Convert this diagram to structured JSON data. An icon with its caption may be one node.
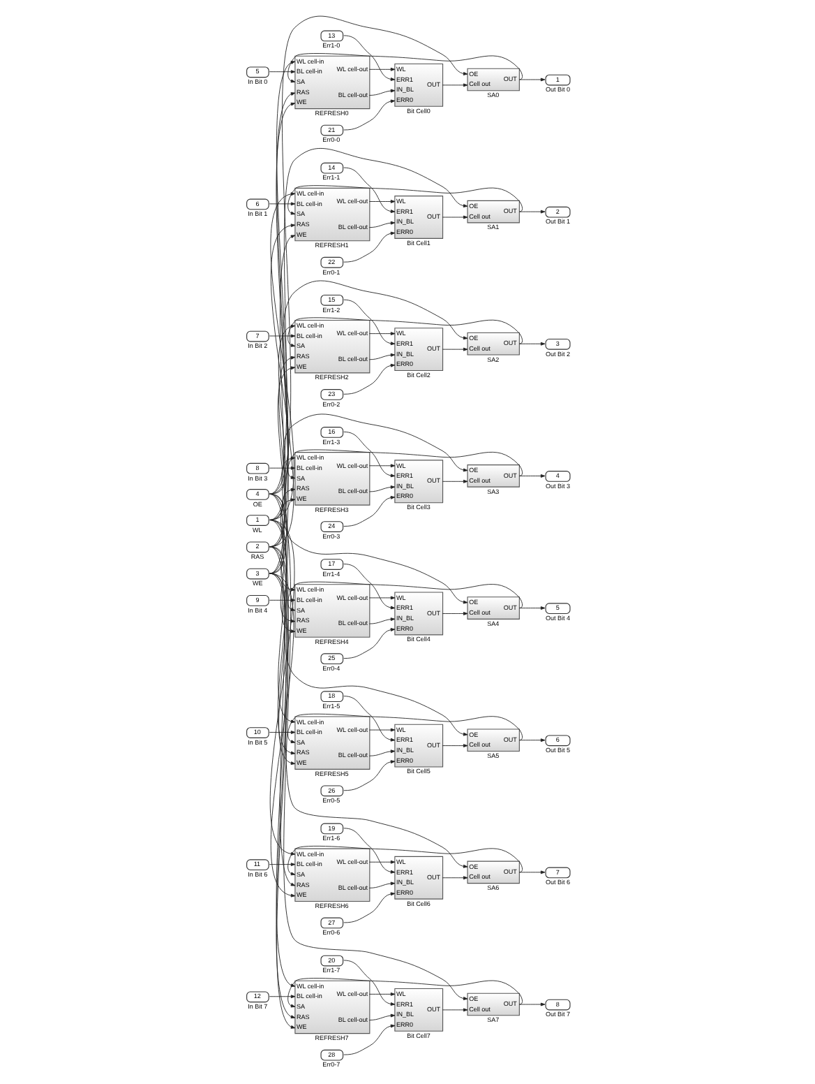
{
  "diagram": {
    "nodes": [
      {
        "text": [
          "1",
          "WL"
        ]
      },
      {
        "text": [
          "2",
          "RAS"
        ]
      },
      {
        "text": [
          "3",
          "WE"
        ]
      },
      {
        "text": [
          "4",
          "OE"
        ]
      },
      {
        "text": [
          "5",
          "In Bit 0"
        ]
      },
      {
        "text": [
          "WL cell-in",
          "BL cell-in",
          "SA",
          "RAS",
          "WE",
          "WL cell-out",
          "BL cell-out",
          "REFRESH0"
        ]
      },
      {
        "text": [
          "13",
          "Err1-0"
        ]
      },
      {
        "text": [
          "21",
          "Err0-0"
        ]
      },
      {
        "text": [
          "WL",
          "ERR1",
          "IN_BL",
          "ERR0",
          "OUT",
          "Bit Cell0"
        ]
      },
      {
        "text": [
          "OE",
          "Cell out",
          "OUT",
          "SA0"
        ]
      },
      {
        "text": [
          "1",
          "Out Bit 0"
        ]
      },
      {
        "text": [
          "6",
          "In Bit 1"
        ]
      },
      {
        "text": [
          "WL cell-in",
          "BL cell-in",
          "SA",
          "RAS",
          "WE",
          "WL cell-out",
          "BL cell-out",
          "REFRESH1"
        ]
      },
      {
        "text": [
          "14",
          "Err1-1"
        ]
      },
      {
        "text": [
          "22",
          "Err0-1"
        ]
      },
      {
        "text": [
          "WL",
          "ERR1",
          "IN_BL",
          "ERR0",
          "OUT",
          "Bit Cell1"
        ]
      },
      {
        "text": [
          "OE",
          "Cell out",
          "OUT",
          "SA1"
        ]
      },
      {
        "text": [
          "2",
          "Out Bit 1"
        ]
      },
      {
        "text": [
          "7",
          "In Bit 2"
        ]
      },
      {
        "text": [
          "WL cell-in",
          "BL cell-in",
          "SA",
          "RAS",
          "WE",
          "WL cell-out",
          "BL cell-out",
          "REFRESH2"
        ]
      },
      {
        "text": [
          "15",
          "Err1-2"
        ]
      },
      {
        "text": [
          "23",
          "Err0-2"
        ]
      },
      {
        "text": [
          "WL",
          "ERR1",
          "IN_BL",
          "ERR0",
          "OUT",
          "Bit Cell2"
        ]
      },
      {
        "text": [
          "OE",
          "Cell out",
          "OUT",
          "SA2"
        ]
      },
      {
        "text": [
          "3",
          "Out Bit 2"
        ]
      },
      {
        "text": [
          "8",
          "In Bit 3"
        ]
      },
      {
        "text": [
          "WL cell-in",
          "BL cell-in",
          "SA",
          "RAS",
          "WE",
          "WL cell-out",
          "BL cell-out",
          "REFRESH3"
        ]
      },
      {
        "text": [
          "16",
          "Err1-3"
        ]
      },
      {
        "text": [
          "24",
          "Err0-3"
        ]
      },
      {
        "text": [
          "WL",
          "ERR1",
          "IN_BL",
          "ERR0",
          "OUT",
          "Bit Cell3"
        ]
      },
      {
        "text": [
          "OE",
          "Cell out",
          "OUT",
          "SA3"
        ]
      },
      {
        "text": [
          "4",
          "Out Bit 3"
        ]
      },
      {
        "text": [
          "9",
          "In Bit 4"
        ]
      },
      {
        "text": [
          "WL cell-in",
          "BL cell-in",
          "SA",
          "RAS",
          "WE",
          "WL cell-out",
          "BL cell-out",
          "REFRESH4"
        ]
      },
      {
        "text": [
          "17",
          "Err1-4"
        ]
      },
      {
        "text": [
          "25",
          "Err0-4"
        ]
      },
      {
        "text": [
          "WL",
          "ERR1",
          "IN_BL",
          "ERR0",
          "OUT",
          "Bit Cell4"
        ]
      },
      {
        "text": [
          "OE",
          "Cell out",
          "OUT",
          "SA4"
        ]
      },
      {
        "text": [
          "5",
          "Out Bit 4"
        ]
      },
      {
        "text": [
          "10",
          "In Bit 5"
        ]
      },
      {
        "text": [
          "WL cell-in",
          "BL cell-in",
          "SA",
          "RAS",
          "WE",
          "WL cell-out",
          "BL cell-out",
          "REFRESH5"
        ]
      },
      {
        "text": [
          "18",
          "Err1-5"
        ]
      },
      {
        "text": [
          "26",
          "Err0-5"
        ]
      },
      {
        "text": [
          "WL",
          "ERR1",
          "IN_BL",
          "ERR0",
          "OUT",
          "Bit Cell5"
        ]
      },
      {
        "text": [
          "OE",
          "Cell out",
          "OUT",
          "SA5"
        ]
      },
      {
        "text": [
          "6",
          "Out Bit 5"
        ]
      },
      {
        "text": [
          "11",
          "In Bit 6"
        ]
      },
      {
        "text": [
          "WL cell-in",
          "BL cell-in",
          "SA",
          "RAS",
          "WE",
          "WL cell-out",
          "BL cell-out",
          "REFRESH6"
        ]
      },
      {
        "text": [
          "19",
          "Err1-6"
        ]
      },
      {
        "text": [
          "27",
          "Err0-6"
        ]
      },
      {
        "text": [
          "WL",
          "ERR1",
          "IN_BL",
          "ERR0",
          "OUT",
          "Bit Cell6"
        ]
      },
      {
        "text": [
          "OE",
          "Cell out",
          "OUT",
          "SA6"
        ]
      },
      {
        "text": [
          "7",
          "Out Bit 6"
        ]
      },
      {
        "text": [
          "12",
          "In Bit 7"
        ]
      },
      {
        "text": [
          "WL cell-in",
          "BL cell-in",
          "SA",
          "RAS",
          "WE",
          "WL cell-out",
          "BL cell-out",
          "REFRESH7"
        ]
      },
      {
        "text": [
          "20",
          "Err1-7"
        ]
      },
      {
        "text": [
          "28",
          "Err0-7"
        ]
      },
      {
        "text": [
          "WL",
          "ERR1",
          "IN_BL",
          "ERR0",
          "OUT",
          "Bit Cell7"
        ]
      },
      {
        "text": [
          "OE",
          "Cell out",
          "OUT",
          "SA7"
        ]
      },
      {
        "text": [
          "8",
          "Out Bit 7"
        ]
      }
    ],
    "edges": [
      {
        "from": 0,
        "to": 5,
        "arrow": "to"
      },
      {
        "from": 4,
        "to": 5,
        "arrow": "to"
      },
      {
        "from": 9,
        "to": 5,
        "arrow": "to"
      },
      {
        "from": 1,
        "to": 5,
        "arrow": "to"
      },
      {
        "from": 2,
        "to": 5,
        "arrow": "to"
      },
      {
        "from": 5,
        "to": 8,
        "arrow": "to"
      },
      {
        "from": 6,
        "to": 8,
        "arrow": "to"
      },
      {
        "from": 5,
        "to": 8,
        "arrow": "to"
      },
      {
        "from": 7,
        "to": 8,
        "arrow": "to"
      },
      {
        "from": 3,
        "to": 9,
        "arrow": "to"
      },
      {
        "from": 8,
        "to": 9,
        "arrow": "to"
      },
      {
        "from": 9,
        "to": 10,
        "arrow": "to"
      },
      {
        "from": 0,
        "to": 12,
        "arrow": "to"
      },
      {
        "from": 11,
        "to": 12,
        "arrow": "to"
      },
      {
        "from": 16,
        "to": 12,
        "arrow": "to"
      },
      {
        "from": 1,
        "to": 12,
        "arrow": "to"
      },
      {
        "from": 2,
        "to": 12,
        "arrow": "to"
      },
      {
        "from": 12,
        "to": 15,
        "arrow": "to"
      },
      {
        "from": 13,
        "to": 15,
        "arrow": "to"
      },
      {
        "from": 12,
        "to": 15,
        "arrow": "to"
      },
      {
        "from": 14,
        "to": 15,
        "arrow": "to"
      },
      {
        "from": 3,
        "to": 16,
        "arrow": "to"
      },
      {
        "from": 15,
        "to": 16,
        "arrow": "to"
      },
      {
        "from": 16,
        "to": 17,
        "arrow": "to"
      },
      {
        "from": 0,
        "to": 19,
        "arrow": "to"
      },
      {
        "from": 18,
        "to": 19,
        "arrow": "to"
      },
      {
        "from": 23,
        "to": 19,
        "arrow": "to"
      },
      {
        "from": 1,
        "to": 19,
        "arrow": "to"
      },
      {
        "from": 2,
        "to": 19,
        "arrow": "to"
      },
      {
        "from": 19,
        "to": 22,
        "arrow": "to"
      },
      {
        "from": 20,
        "to": 22,
        "arrow": "to"
      },
      {
        "from": 19,
        "to": 22,
        "arrow": "to"
      },
      {
        "from": 21,
        "to": 22,
        "arrow": "to"
      },
      {
        "from": 3,
        "to": 23,
        "arrow": "to"
      },
      {
        "from": 22,
        "to": 23,
        "arrow": "to"
      },
      {
        "from": 23,
        "to": 24,
        "arrow": "to"
      },
      {
        "from": 0,
        "to": 26,
        "arrow": "to"
      },
      {
        "from": 25,
        "to": 26,
        "arrow": "to"
      },
      {
        "from": 30,
        "to": 26,
        "arrow": "to"
      },
      {
        "from": 1,
        "to": 26,
        "arrow": "to"
      },
      {
        "from": 2,
        "to": 26,
        "arrow": "to"
      },
      {
        "from": 26,
        "to": 29,
        "arrow": "to"
      },
      {
        "from": 27,
        "to": 29,
        "arrow": "to"
      },
      {
        "from": 26,
        "to": 29,
        "arrow": "to"
      },
      {
        "from": 28,
        "to": 29,
        "arrow": "to"
      },
      {
        "from": 3,
        "to": 30,
        "arrow": "to"
      },
      {
        "from": 29,
        "to": 30,
        "arrow": "to"
      },
      {
        "from": 30,
        "to": 31,
        "arrow": "to"
      },
      {
        "from": 0,
        "to": 33,
        "arrow": "to"
      },
      {
        "from": 32,
        "to": 33,
        "arrow": "to"
      },
      {
        "from": 37,
        "to": 33,
        "arrow": "to"
      },
      {
        "from": 1,
        "to": 33,
        "arrow": "to"
      },
      {
        "from": 2,
        "to": 33,
        "arrow": "to"
      },
      {
        "from": 33,
        "to": 36,
        "arrow": "to"
      },
      {
        "from": 34,
        "to": 36,
        "arrow": "to"
      },
      {
        "from": 33,
        "to": 36,
        "arrow": "to"
      },
      {
        "from": 35,
        "to": 36,
        "arrow": "to"
      },
      {
        "from": 3,
        "to": 37,
        "arrow": "to"
      },
      {
        "from": 36,
        "to": 37,
        "arrow": "to"
      },
      {
        "from": 37,
        "to": 38,
        "arrow": "to"
      },
      {
        "from": 0,
        "to": 40,
        "arrow": "to"
      },
      {
        "from": 39,
        "to": 40,
        "arrow": "to"
      },
      {
        "from": 44,
        "to": 40,
        "arrow": "to"
      },
      {
        "from": 1,
        "to": 40,
        "arrow": "to"
      },
      {
        "from": 2,
        "to": 40,
        "arrow": "to"
      },
      {
        "from": 40,
        "to": 43,
        "arrow": "to"
      },
      {
        "from": 41,
        "to": 43,
        "arrow": "to"
      },
      {
        "from": 40,
        "to": 43,
        "arrow": "to"
      },
      {
        "from": 42,
        "to": 43,
        "arrow": "to"
      },
      {
        "from": 3,
        "to": 44,
        "arrow": "to"
      },
      {
        "from": 43,
        "to": 44,
        "arrow": "to"
      },
      {
        "from": 44,
        "to": 45,
        "arrow": "to"
      },
      {
        "from": 0,
        "to": 47,
        "arrow": "to"
      },
      {
        "from": 46,
        "to": 47,
        "arrow": "to"
      },
      {
        "from": 51,
        "to": 47,
        "arrow": "to"
      },
      {
        "from": 1,
        "to": 47,
        "arrow": "to"
      },
      {
        "from": 2,
        "to": 47,
        "arrow": "to"
      },
      {
        "from": 47,
        "to": 50,
        "arrow": "to"
      },
      {
        "from": 48,
        "to": 50,
        "arrow": "to"
      },
      {
        "from": 47,
        "to": 50,
        "arrow": "to"
      },
      {
        "from": 49,
        "to": 50,
        "arrow": "to"
      },
      {
        "from": 3,
        "to": 51,
        "arrow": "to"
      },
      {
        "from": 50,
        "to": 51,
        "arrow": "to"
      },
      {
        "from": 51,
        "to": 52,
        "arrow": "to"
      },
      {
        "from": 0,
        "to": 54,
        "arrow": "to"
      },
      {
        "from": 53,
        "to": 54,
        "arrow": "to"
      },
      {
        "from": 58,
        "to": 54,
        "arrow": "to"
      },
      {
        "from": 1,
        "to": 54,
        "arrow": "to"
      },
      {
        "from": 2,
        "to": 54,
        "arrow": "to"
      },
      {
        "from": 54,
        "to": 57,
        "arrow": "to"
      },
      {
        "from": 55,
        "to": 57,
        "arrow": "to"
      },
      {
        "from": 54,
        "to": 57,
        "arrow": "to"
      },
      {
        "from": 56,
        "to": 57,
        "arrow": "to"
      },
      {
        "from": 3,
        "to": 58,
        "arrow": "to"
      },
      {
        "from": 57,
        "to": 58,
        "arrow": "to"
      },
      {
        "from": 58,
        "to": 59,
        "arrow": "to"
      }
    ]
  }
}
